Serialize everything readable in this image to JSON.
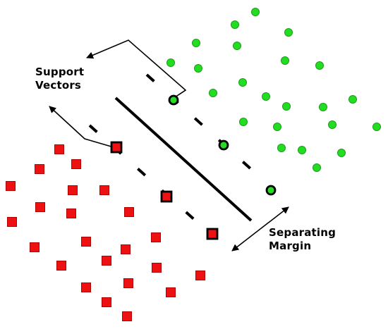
{
  "labels": {
    "support_line1": "Support",
    "support_line2": "Vectors",
    "margin_line1": "Separating",
    "margin_line2": "Margin"
  },
  "colors": {
    "positive_class": "#22dd22",
    "negative_class": "#ee1111",
    "outline": "#000000",
    "background": "#ffffff"
  },
  "shapes": {
    "positive_class": "circle",
    "negative_class": "square"
  }
}
